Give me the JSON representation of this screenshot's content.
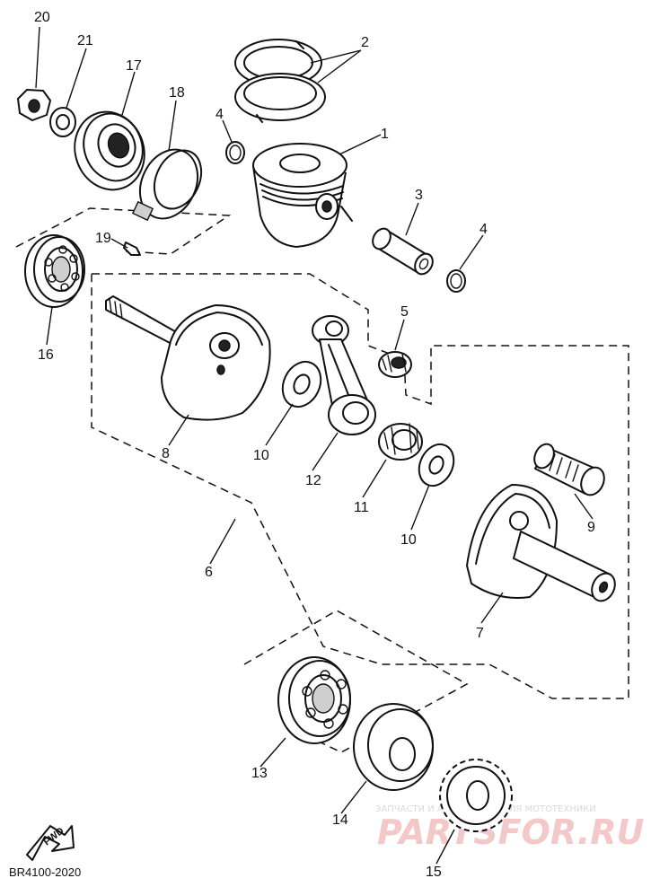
{
  "diagram_code": "BR4100-2020",
  "forward_label": "FWD",
  "watermark": {
    "tagline": "ЗАПЧАСТИ И АКСЕССУАРЫ ДЛЯ МОТОТЕХНИКИ",
    "brand": "PARTSFOR.RU"
  },
  "parts": [
    {
      "id": "1",
      "label": "1"
    },
    {
      "id": "2",
      "label": "2"
    },
    {
      "id": "3",
      "label": "3"
    },
    {
      "id": "4a",
      "label": "4"
    },
    {
      "id": "4b",
      "label": "4"
    },
    {
      "id": "5",
      "label": "5"
    },
    {
      "id": "6",
      "label": "6"
    },
    {
      "id": "7",
      "label": "7"
    },
    {
      "id": "8",
      "label": "8"
    },
    {
      "id": "9",
      "label": "9"
    },
    {
      "id": "10a",
      "label": "10"
    },
    {
      "id": "10b",
      "label": "10"
    },
    {
      "id": "11",
      "label": "11"
    },
    {
      "id": "12",
      "label": "12"
    },
    {
      "id": "13",
      "label": "13"
    },
    {
      "id": "14",
      "label": "14"
    },
    {
      "id": "15",
      "label": "15"
    },
    {
      "id": "16",
      "label": "16"
    },
    {
      "id": "17",
      "label": "17"
    },
    {
      "id": "18",
      "label": "18"
    },
    {
      "id": "19",
      "label": "19"
    },
    {
      "id": "20",
      "label": "20"
    },
    {
      "id": "21",
      "label": "21"
    }
  ]
}
